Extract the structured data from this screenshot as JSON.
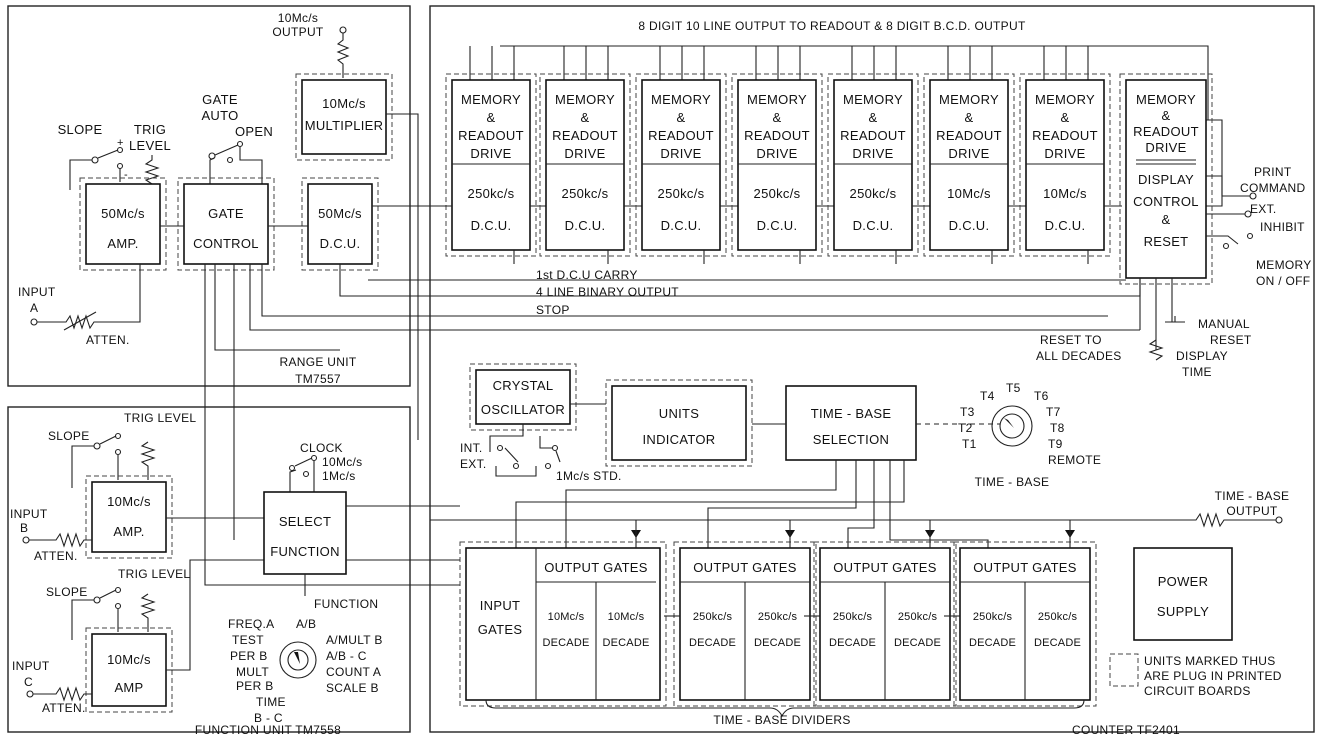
{
  "top_bus_label": "8 DIGIT 10 LINE OUTPUT TO READOUT & 8 DIGIT B.C.D. OUTPUT",
  "range_unit": {
    "title": "RANGE UNIT",
    "model": "TM7557"
  },
  "function_unit": {
    "title": "FUNCTION UNIT TM7558"
  },
  "counter_label": "COUNTER TF2401",
  "output_10mcs": [
    "10Mc/s",
    "OUTPUT"
  ],
  "multiplier": [
    "10Mc/s",
    "MULTIPLIER"
  ],
  "slope": "SLOPE",
  "trig_level_a": [
    "TRIG",
    "LEVEL"
  ],
  "gate_auto": [
    "GATE",
    "AUTO"
  ],
  "open": "OPEN",
  "amp_a": [
    "50Mc/s",
    "AMP."
  ],
  "gate_control": [
    "GATE",
    "CONTROL"
  ],
  "dcu_50": [
    "50Mc/s",
    "D.C.U."
  ],
  "input_a": [
    "INPUT",
    "A"
  ],
  "atten": "ATTEN.",
  "memory_lines": [
    "MEMORY",
    "&",
    "READOUT",
    "DRIVE"
  ],
  "dcu_freqs": [
    "250kc/s",
    "250kc/s",
    "250kc/s",
    "250kc/s",
    "250kc/s",
    "10Mc/s",
    "10Mc/s"
  ],
  "dcu_label": "D.C.U.",
  "display_block": [
    "DISPLAY",
    "CONTROL",
    "&",
    "RESET"
  ],
  "print_command": [
    "PRINT",
    "COMMAND"
  ],
  "ext": "EXT.",
  "inhibit": "INHIBIT",
  "memory_onoff": [
    "MEMORY",
    "ON / OFF"
  ],
  "first_dcu_carry": "1st D.C.U CARRY",
  "binary_output": "4 LINE BINARY OUTPUT",
  "stop": "STOP",
  "reset_to_all": [
    "RESET TO",
    "ALL DECADES"
  ],
  "display_time": [
    "DISPLAY",
    "TIME"
  ],
  "manual_reset": [
    "MANUAL",
    "RESET"
  ],
  "crystal": [
    "CRYSTAL",
    "OSCILLATOR"
  ],
  "units_indicator": [
    "UNITS",
    "INDICATOR"
  ],
  "time_base_selection": [
    "TIME - BASE",
    "SELECTION"
  ],
  "int_ext": [
    "INT.",
    "EXT."
  ],
  "std_label": "1Mc/s STD.",
  "tb_switch": {
    "positions": [
      "T4",
      "T5",
      "T6",
      "T3",
      "T7",
      "T2",
      "T8",
      "T1",
      "T9",
      "REMOTE"
    ],
    "title": "TIME - BASE"
  },
  "tb_output": [
    "TIME - BASE",
    "OUTPUT"
  ],
  "trig_level": "TRIG LEVEL",
  "amp_10": [
    "10Mc/s",
    "AMP."
  ],
  "amp_c": [
    "10Mc/s",
    "AMP"
  ],
  "input_b": [
    "INPUT",
    "B"
  ],
  "input_c": [
    "INPUT",
    "C"
  ],
  "clock": [
    "CLOCK",
    "10Mc/s",
    "1Mc/s"
  ],
  "select_function": [
    "SELECT",
    "FUNCTION"
  ],
  "function_label": "FUNCTION",
  "function_switch": {
    "left": [
      "FREQ.A",
      "TEST",
      "PER B",
      "MULT",
      "PER B"
    ],
    "right": [
      "A/B",
      "A/MULT B",
      "A/B - C",
      "COUNT A",
      "SCALE B"
    ],
    "bottom": [
      "TIME",
      "B - C"
    ]
  },
  "input_gates": [
    "INPUT",
    "GATES"
  ],
  "output_gates": "OUTPUT GATES",
  "gate_decades": [
    [
      "10Mc/s",
      "10Mc/s"
    ],
    [
      "250kc/s",
      "250kc/s"
    ],
    [
      "250kc/s",
      "250kc/s"
    ],
    [
      "250kc/s",
      "250kc/s"
    ]
  ],
  "decade": "DECADE",
  "time_base_dividers": "TIME - BASE DIVIDERS",
  "power_supply": [
    "POWER",
    "SUPPLY"
  ],
  "legend": [
    "UNITS MARKED THUS",
    "ARE PLUG IN PRINTED",
    "CIRCUIT BOARDS"
  ]
}
